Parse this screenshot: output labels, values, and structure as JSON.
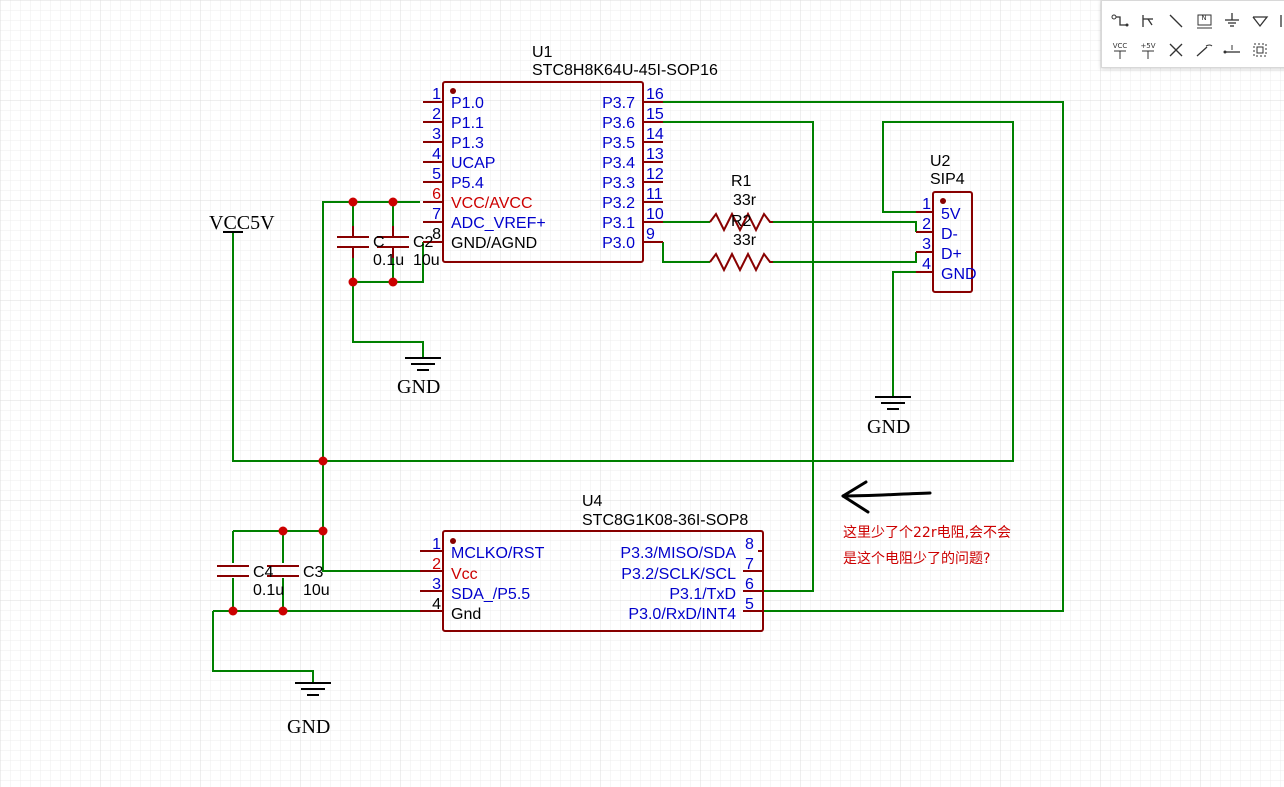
{
  "toolbar": {
    "tools": [
      {
        "icon": "wire-icon"
      },
      {
        "icon": "bus-entry-icon"
      },
      {
        "icon": "line-icon"
      },
      {
        "icon": "net-label-icon",
        "text": "N"
      },
      {
        "icon": "ground-icon"
      },
      {
        "icon": "port-icon"
      },
      {
        "icon": "vcc-icon",
        "text": "VCC"
      },
      {
        "icon": "plus5v-icon",
        "text": "+5V"
      },
      {
        "icon": "no-connect-icon"
      },
      {
        "icon": "probe-icon"
      },
      {
        "icon": "pin-icon"
      },
      {
        "icon": "select-icon"
      }
    ]
  },
  "colors": {
    "wire": "#008000",
    "body": "#880000",
    "pin_name": "#0000cc",
    "red_pin": "#cc0000",
    "junction": "#cc0000",
    "note": "#cc0000",
    "text": "#000000"
  },
  "u1": {
    "designator": "U1",
    "part": "STC8H8K64U-45I-SOP16",
    "left_pins": [
      {
        "num": "1",
        "name": "P1.0"
      },
      {
        "num": "2",
        "name": "P1.1"
      },
      {
        "num": "3",
        "name": "P1.3"
      },
      {
        "num": "4",
        "name": "UCAP"
      },
      {
        "num": "5",
        "name": "P5.4"
      },
      {
        "num": "6",
        "name": "VCC/AVCC"
      },
      {
        "num": "7",
        "name": "ADC_VREF+"
      },
      {
        "num": "8",
        "name": "GND/AGND"
      }
    ],
    "right_pins": [
      {
        "num": "16",
        "name": "P3.7"
      },
      {
        "num": "15",
        "name": "P3.6"
      },
      {
        "num": "14",
        "name": "P3.5"
      },
      {
        "num": "13",
        "name": "P3.4"
      },
      {
        "num": "12",
        "name": "P3.3"
      },
      {
        "num": "11",
        "name": "P3.2"
      },
      {
        "num": "10",
        "name": "P3.1"
      },
      {
        "num": "9",
        "name": "P3.0"
      }
    ]
  },
  "u4": {
    "designator": "U4",
    "part": "STC8G1K08-36I-SOP8",
    "left_pins": [
      {
        "num": "1",
        "name": "MCLKO/RST"
      },
      {
        "num": "2",
        "name": "Vcc"
      },
      {
        "num": "3",
        "name": "SDA_/P5.5"
      },
      {
        "num": "4",
        "name": "Gnd"
      }
    ],
    "right_pins": [
      {
        "num": "8",
        "name": "P3.3/MISO/SDA"
      },
      {
        "num": "7",
        "name": "P3.2/SCLK/SCL"
      },
      {
        "num": "6",
        "name": "P3.1/TxD"
      },
      {
        "num": "5",
        "name": "P3.0/RxD/INT4"
      }
    ]
  },
  "u2": {
    "designator": "U2",
    "part": "SIP4",
    "pins": [
      {
        "num": "1",
        "name": "5V"
      },
      {
        "num": "2",
        "name": "D-"
      },
      {
        "num": "3",
        "name": "D+"
      },
      {
        "num": "4",
        "name": "GND"
      }
    ]
  },
  "resistors": [
    {
      "designator": "R1",
      "value": "33r"
    },
    {
      "designator": "R2",
      "value": "33r"
    }
  ],
  "capacitors": [
    {
      "designator": "C",
      "value": "0.1u"
    },
    {
      "designator": "C2",
      "value": "10u"
    },
    {
      "designator": "C4",
      "value": "0.1u"
    },
    {
      "designator": "C3",
      "value": "10u"
    }
  ],
  "power": {
    "vcc_label": "VCC5V",
    "gnd_label": "GND"
  },
  "annotation": {
    "line1": "这里少了个22r电阻,会不会",
    "line2": "是这个电阻少了的问题?"
  }
}
